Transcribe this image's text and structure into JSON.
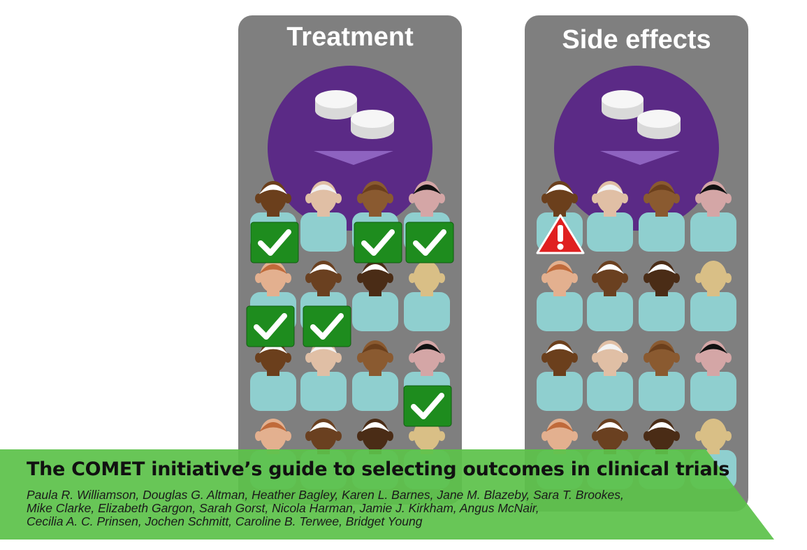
{
  "panels": {
    "treatment": {
      "title": "Treatment"
    },
    "side_effects": {
      "title": "Side effects"
    }
  },
  "banner": {
    "title": "The COMET initiative’s guide to selecting outcomes in clinical trials",
    "author_lines": [
      "Paula R. Williamson, Douglas G. Altman, Heather Bagley, Karen L. Barnes, Jane M. Blazeby, Sara T. Brookes,",
      "Mike Clarke, Elizabeth Gargon, Sarah Gorst, Nicola Harman, Jamie J. Kirkham, Angus McNair,",
      "Cecilia A. C. Prinsen, Jochen Schmitt, Caroline B. Terwee, Bridget Young"
    ]
  },
  "icons": {
    "pill": "pill-icon",
    "check": "checkmark-icon",
    "warning": "warning-icon",
    "person": "person-icon"
  },
  "colors": {
    "panel": "#7f7f7f",
    "circle": "#5b2a86",
    "banner": "#5cc24a",
    "check": "#1e8c1e",
    "warning": "#e02020",
    "shirt": "#8fcfcf"
  }
}
